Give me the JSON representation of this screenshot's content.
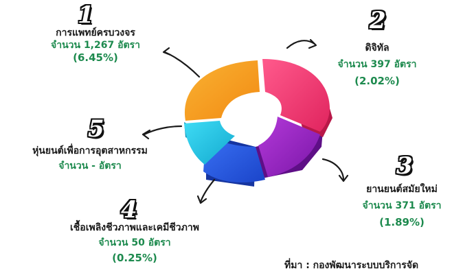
{
  "items": [
    {
      "number": "1",
      "name": "การแพทย์ครบวงจร",
      "count": "จำนวน 1,267 อัตรา",
      "percent": "(6.45%)",
      "color": "#f7a21b"
    },
    {
      "number": "2",
      "name": "ดิจิทัล",
      "count": "จำนวน 397 อัตรา",
      "percent": "(2.02%)",
      "color": "#f23e7a"
    },
    {
      "number": "3",
      "name": "ยานยนต์สมัยใหม่",
      "count": "จำนวน 371 อัตรา",
      "percent": "(1.89%)",
      "color": "#9b1fc4"
    },
    {
      "number": "4",
      "name": "เชื้อเพลิงชีวภาพและเคมีชีวภาพ",
      "count": "จำนวน 50 อัตรา",
      "percent": "(0.25%)",
      "color": "#2257e6"
    },
    {
      "number": "5",
      "name": "หุ่นยนต์เพื่อการอุตสาหกรรม",
      "count": "จำนวน - อัตรา",
      "color": "#1ec8e8"
    }
  ],
  "source": "ที่มา : กองพัฒนาระบบบริการจัด"
}
